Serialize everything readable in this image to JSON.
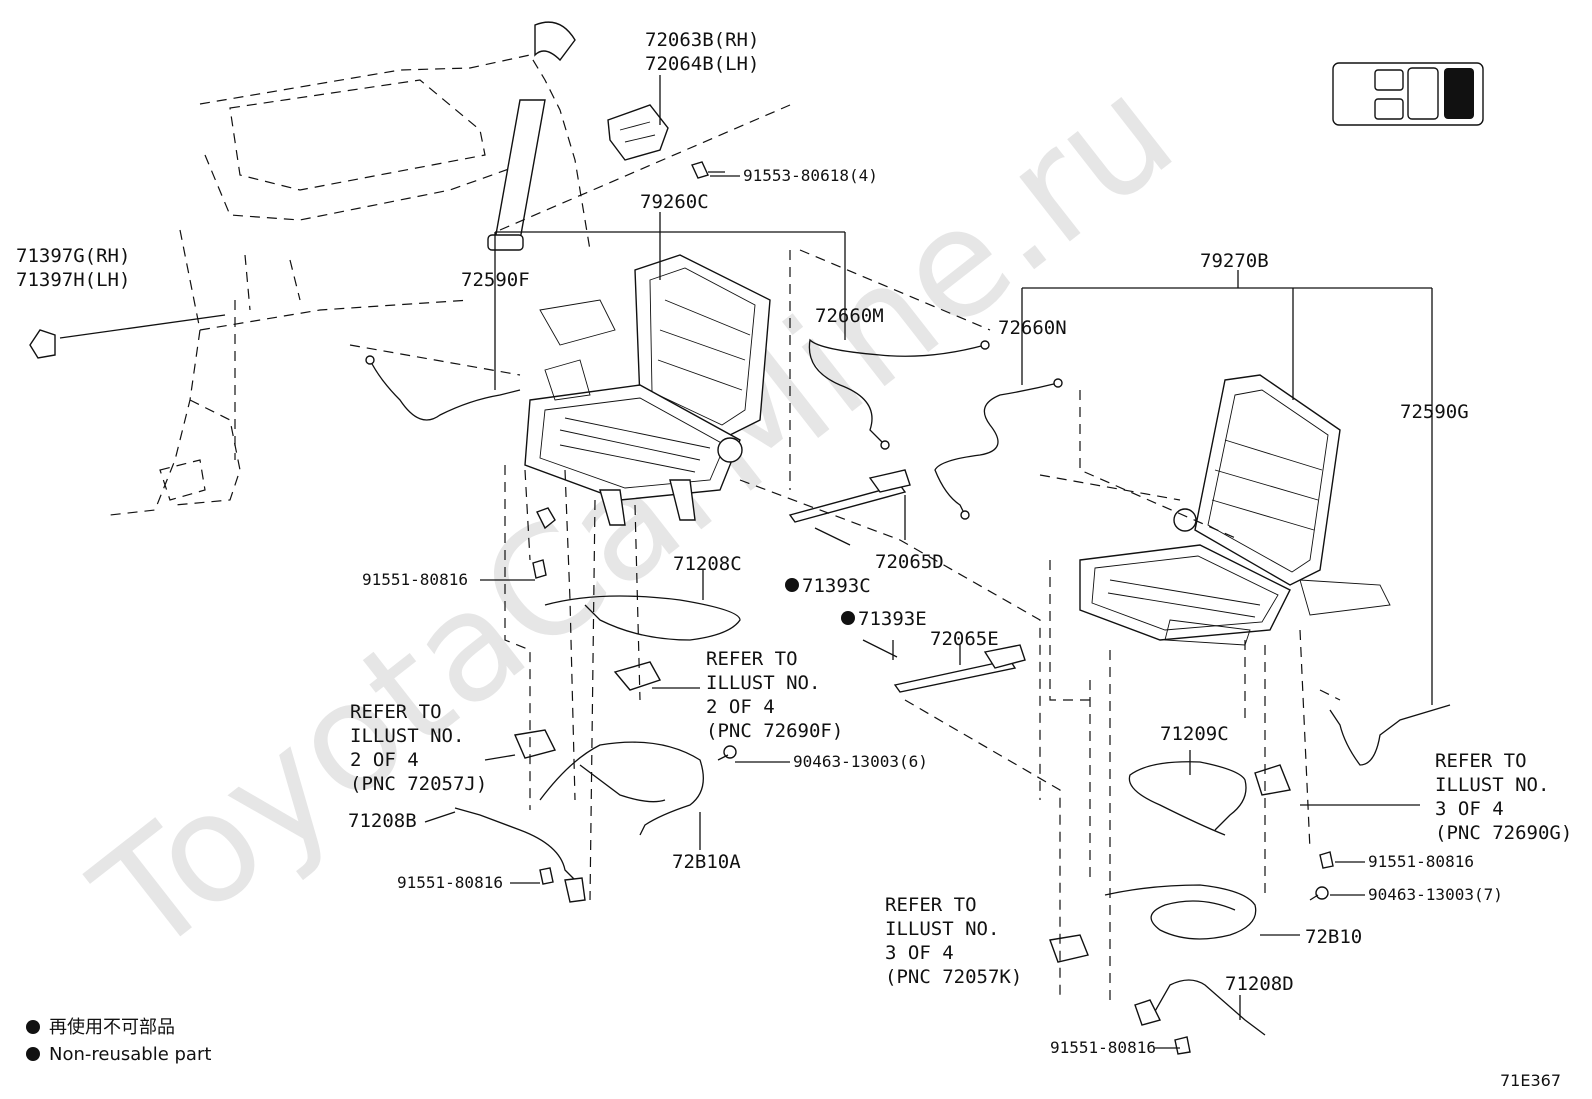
{
  "watermark": "ToyotaCarMine.ru",
  "diagram_code": "71E367",
  "legend": {
    "line1": "再使用不可部品",
    "line2": "Non-reusable part"
  },
  "labels": {
    "p72063b": "72063B(RH)",
    "p72064b": "72064B(LH)",
    "p91553": "91553-80618(4)",
    "p79260c": "79260C",
    "p71397g": "71397G(RH)",
    "p71397h": "71397H(LH)",
    "p72590f": "72590F",
    "p72660m": "72660M",
    "p72660n": "72660N",
    "p79270b": "79270B",
    "p72590g": "72590G",
    "p72065d": "72065D",
    "p71393c": "71393C",
    "p71393e": "71393E",
    "p72065e": "72065E",
    "p71208c": "71208C",
    "p91551a": "91551-80816",
    "refer1": [
      "REFER TO",
      "ILLUST NO.",
      "2 OF 4",
      "(PNC 72690F)"
    ],
    "refer2": [
      "REFER TO",
      "ILLUST NO.",
      "2 OF 4",
      "(PNC 72057J)"
    ],
    "p90463a": "90463-13003(6)",
    "p71208b": "71208B",
    "p91551b": "91551-80816",
    "p72b10a": "72B10A",
    "p71209c": "71209C",
    "refer3": [
      "REFER TO",
      "ILLUST NO.",
      "3 OF 4",
      "(PNC 72690G)"
    ],
    "p91551c": "91551-80816",
    "p90463b": "90463-13003(7)",
    "refer4": [
      "REFER TO",
      "ILLUST NO.",
      "3 OF 4",
      "(PNC 72057K)"
    ],
    "p72b10": "72B10",
    "p71208d": "71208D",
    "p91551d": "91551-80816"
  }
}
